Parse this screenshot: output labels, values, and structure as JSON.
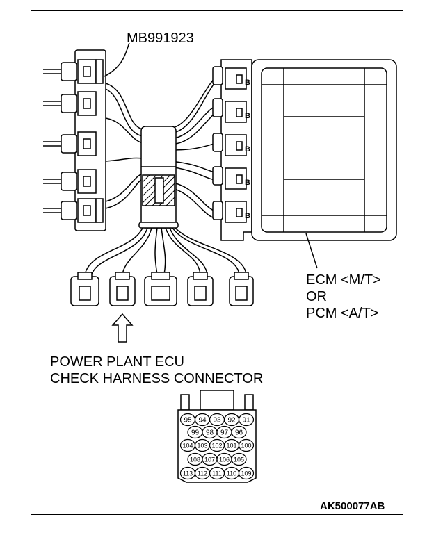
{
  "labels": {
    "tool": "MB991923",
    "ecm_line1": "ECM <M/T>",
    "ecm_line2": "OR",
    "ecm_line3": "PCM <A/T>",
    "check_line1": "POWER PLANT ECU",
    "check_line2": "CHECK HARNESS CONNECTOR",
    "figure_code": "AK500077AB"
  },
  "ecm_pin_marks": [
    "B",
    "B",
    "B",
    "B",
    "B"
  ],
  "pinout": {
    "row1": [
      "95",
      "94",
      "93",
      "92",
      "91"
    ],
    "row2": [
      "99",
      "98",
      "97",
      "96"
    ],
    "row3": [
      "104",
      "103",
      "102",
      "101",
      "100"
    ],
    "row4": [
      "108",
      "107",
      "106",
      "105"
    ],
    "row5": [
      "113",
      "112",
      "111",
      "110",
      "109"
    ]
  },
  "colors": {
    "ink": "#000000",
    "paper": "#ffffff"
  }
}
